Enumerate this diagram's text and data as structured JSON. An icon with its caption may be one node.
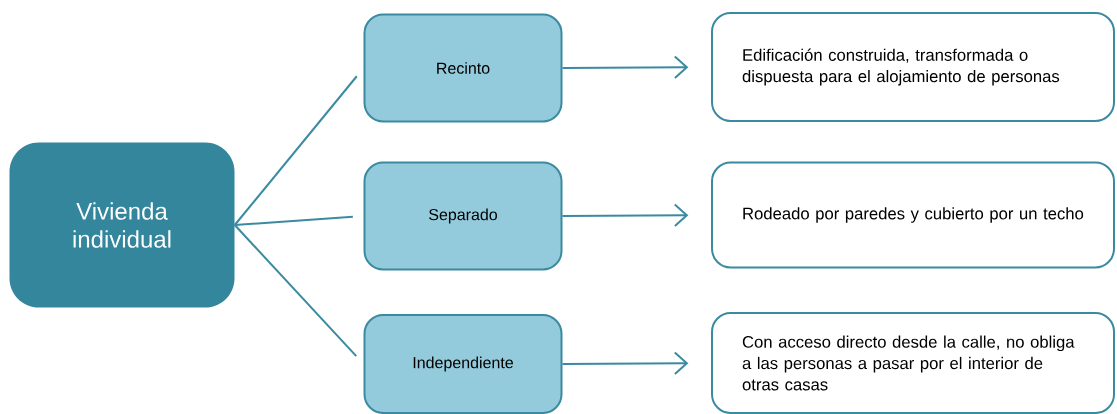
{
  "diagram": {
    "nodes": [
      {
        "text": [
          "Vivienda individual"
        ]
      },
      {
        "text": [
          "Recinto"
        ]
      },
      {
        "text": [
          "Separado"
        ]
      },
      {
        "text": [
          "Independiente"
        ]
      },
      {
        "text": [
          "Edificación construida, transformada o dispuesta para el alojamiento de personas"
        ]
      },
      {
        "text": [
          "Rodeado por paredes y cubierto por un techo"
        ]
      },
      {
        "text": [
          "Con acceso directo desde la calle, no obliga a las personas a pasar por el interior de otras casas"
        ]
      }
    ],
    "edges": [
      {
        "from": 0,
        "to": 1,
        "arrow": "none"
      },
      {
        "from": 0,
        "to": 2,
        "arrow": "none"
      },
      {
        "from": 0,
        "to": 3,
        "arrow": "none"
      },
      {
        "from": 1,
        "to": 4,
        "arrow": "to"
      },
      {
        "from": 2,
        "to": 5,
        "arrow": "to"
      },
      {
        "from": 3,
        "to": 6,
        "arrow": "to"
      }
    ]
  }
}
